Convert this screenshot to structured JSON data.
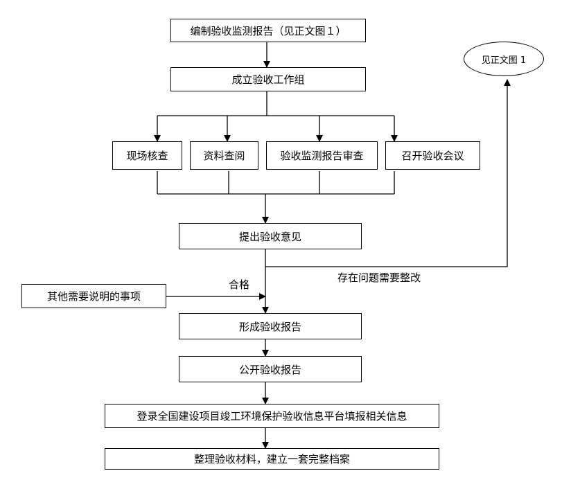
{
  "flow": {
    "step1": "编制验收监测报告（见正文图１）",
    "step2": "成立验收工作组",
    "branch1": "现场核查",
    "branch2": "资料查阅",
    "branch3": "验收监测报告审查",
    "branch4": "召开验收会议",
    "step3": "提出验收意见",
    "side_input": "其他需要说明的事项",
    "pass_label": "合格",
    "rework_label": "存在问题需要整改",
    "ref_node": "见正文图 1",
    "step4": "形成验收报告",
    "step5": "公开验收报告",
    "step6": "登录全国建设项目竣工环境保护验收信息平台填报相关信息",
    "step7": "整理验收材料，建立一套完整档案"
  }
}
